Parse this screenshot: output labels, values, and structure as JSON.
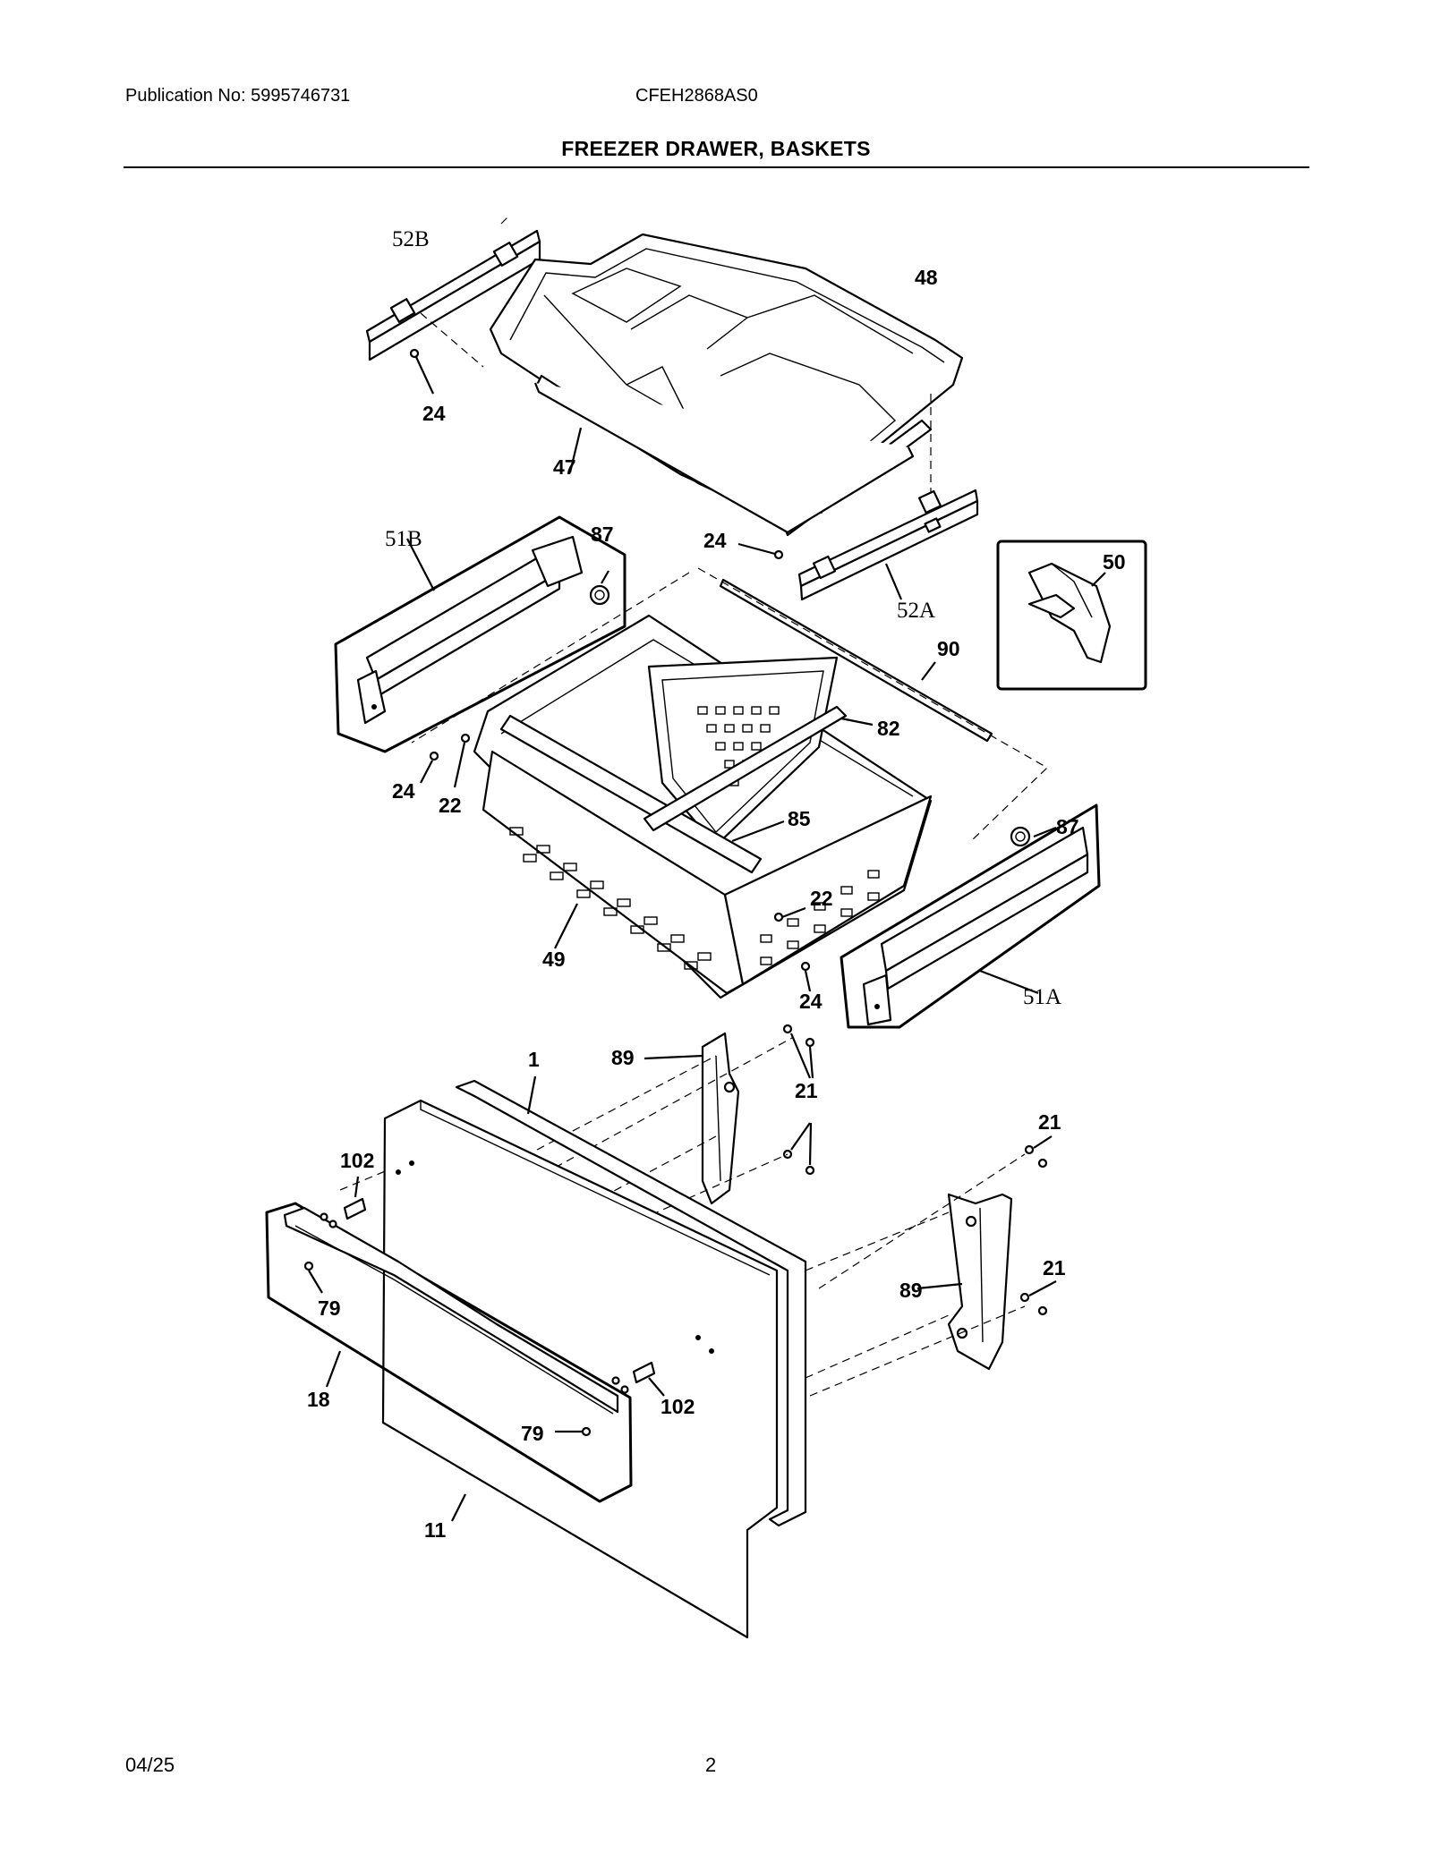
{
  "header": {
    "publication": "Publication No: 5995746731",
    "model": "CFEH2868AS0",
    "title": "FREEZER DRAWER, BASKETS"
  },
  "footer": {
    "date": "04/25",
    "page": "2"
  },
  "callouts": {
    "c52B": "52B",
    "c48": "48",
    "c24a": "24",
    "c47": "47",
    "c51B": "51B",
    "c87a": "87",
    "c24b": "24",
    "c52A": "52A",
    "c50": "50",
    "c90": "90",
    "c82": "82",
    "c24c": "24",
    "c22a": "22",
    "c85": "85",
    "c87b": "87",
    "c22b": "22",
    "c49": "49",
    "c24d": "24",
    "c51A": "51A",
    "c1": "1",
    "c89a": "89",
    "c21a": "21",
    "c21b": "21",
    "c102a": "102",
    "c79a": "79",
    "c89b": "89",
    "c21c": "21",
    "c18": "18",
    "c102b": "102",
    "c79b": "79",
    "c11": "11"
  }
}
